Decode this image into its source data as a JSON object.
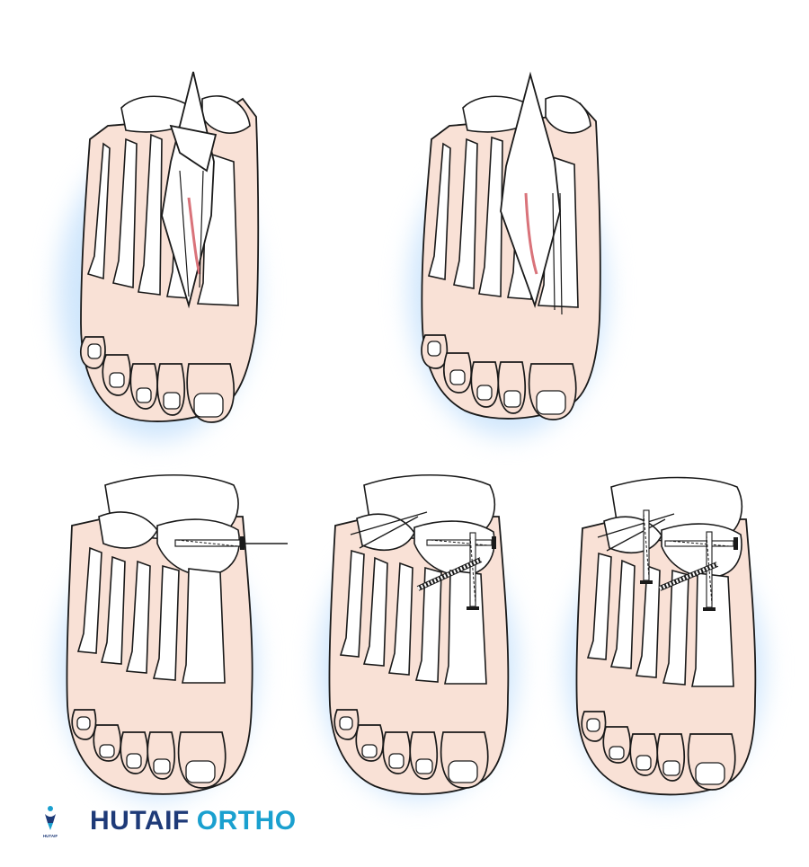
{
  "brand": {
    "word1": "HUTAIF",
    "word2": "ORTHO",
    "logo_text": "HUTAIF",
    "logo_icon": "person-spine-icon"
  },
  "colors": {
    "skin": "#f9e1d6",
    "glow": "#b9dcfb",
    "outline": "#1a1a1a",
    "tendon": "#d9737a",
    "brand_dark": "#1e3a78",
    "brand_light": "#1aa0cf"
  },
  "figures": [
    {
      "id": "incision",
      "row": "top",
      "implants": 0,
      "note": "dorsal exposure with retracted skin flap and tendon"
    },
    {
      "id": "exposure",
      "row": "top",
      "implants": 0,
      "note": "deeper exposure, tendon retracted"
    },
    {
      "id": "k-wire",
      "row": "bottom",
      "implants": 1,
      "note": "guide wire inserted across midfoot"
    },
    {
      "id": "screws-a",
      "row": "bottom",
      "implants": 3,
      "note": "screw fixation"
    },
    {
      "id": "screws-b",
      "row": "bottom",
      "implants": 3,
      "note": "alternate screw fixation"
    }
  ]
}
